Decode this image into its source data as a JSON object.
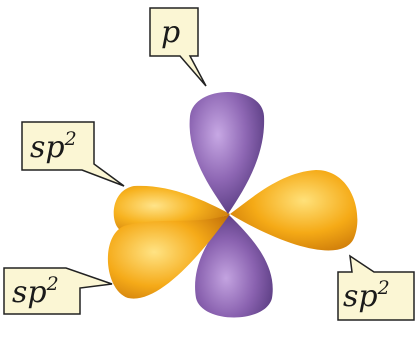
{
  "labels": {
    "p": "p",
    "sp2_upper_left": {
      "base": "sp",
      "sup": "2"
    },
    "sp2_lower_left": {
      "base": "sp",
      "sup": "2"
    },
    "sp2_lower_right": {
      "base": "sp",
      "sup": "2"
    }
  },
  "colors": {
    "p_orbital": "#8e67b4",
    "sp2_orbital": "#f3a317",
    "callout_fill": "#fbf6d4",
    "callout_stroke": "#222222"
  }
}
